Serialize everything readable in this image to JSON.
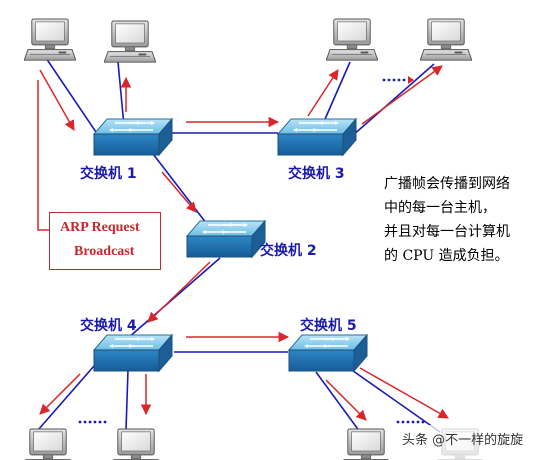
{
  "switches": {
    "s1": "交换机 1",
    "s2": "交换机 2",
    "s3": "交换机 3",
    "s4": "交换机 4",
    "s5": "交换机 5"
  },
  "arp": {
    "line1": "ARP Request",
    "line2": "Broadcast"
  },
  "note": {
    "line1": "广播帧会传播到网络",
    "line2": "中的每一台主机，",
    "line3": "并且对每一台计算机",
    "line4": "的 CPU 造成负担。"
  },
  "watermark": "头条 @不一样的旋旋",
  "colors": {
    "link_blue": "#1a1ab8",
    "arrow_red": "#d9262b",
    "label_blue": "#1a1ab0",
    "switch_top": "#8fd0ee",
    "switch_side": "#2f8fc8",
    "switch_front": "#1e6fb0"
  }
}
